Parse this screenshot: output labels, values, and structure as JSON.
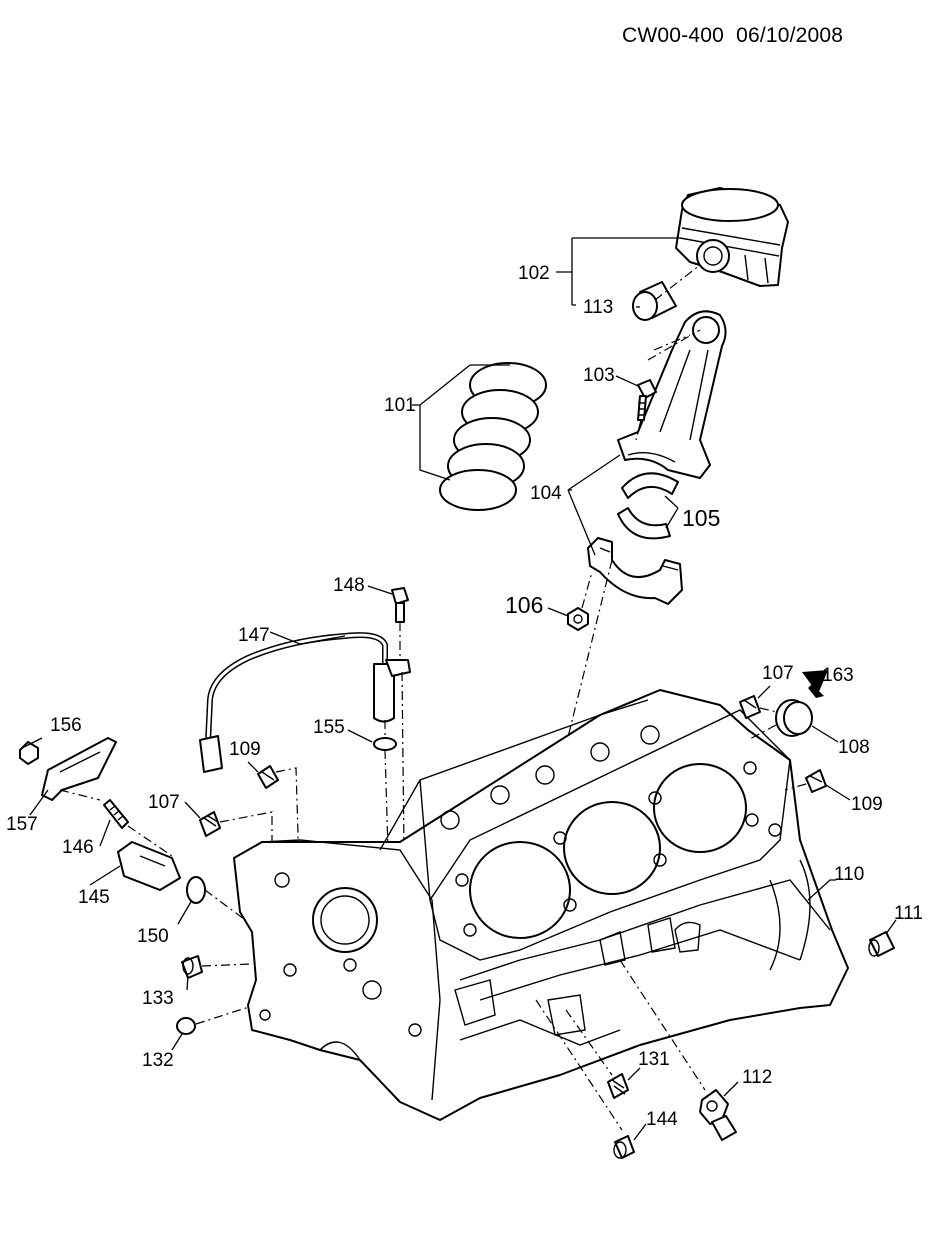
{
  "header": {
    "drawing_code": "CW00-400",
    "date": "06/10/2008"
  },
  "callouts": {
    "c101": "101",
    "c102": "102",
    "c103": "103",
    "c104": "104",
    "c105": "105",
    "c106": "106",
    "c107a": "107",
    "c107b": "107",
    "c108": "108",
    "c109a": "109",
    "c109b": "109",
    "c110": "110",
    "c111": "111",
    "c112": "112",
    "c113": "113",
    "c131": "131",
    "c132": "132",
    "c133": "133",
    "c144": "144",
    "c145": "145",
    "c146": "146",
    "c147": "147",
    "c148": "148",
    "c150": "150",
    "c155": "155",
    "c156": "156",
    "c157": "157",
    "c163": "163"
  },
  "colors": {
    "line": "#000000",
    "background": "#ffffff"
  }
}
